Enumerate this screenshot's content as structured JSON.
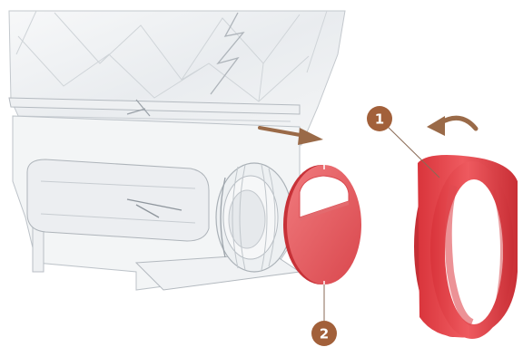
{
  "callouts": [
    {
      "label": "1",
      "target": "red-ring-seal"
    },
    {
      "label": "2",
      "target": "red-disc-insert"
    }
  ],
  "colors": {
    "callout_fill": "#a2603a",
    "callout_line": "#8a6a55",
    "arrow": "#9a6a48",
    "red_part": "#e8434a",
    "red_part_dark": "#c73238",
    "red_part_light": "#ef6c70",
    "clear_plastic": "#c9ced3"
  },
  "icons": {
    "insert_direction": "arrow-right-icon",
    "rotate_direction": "rotate-ccw-arrow-icon"
  }
}
